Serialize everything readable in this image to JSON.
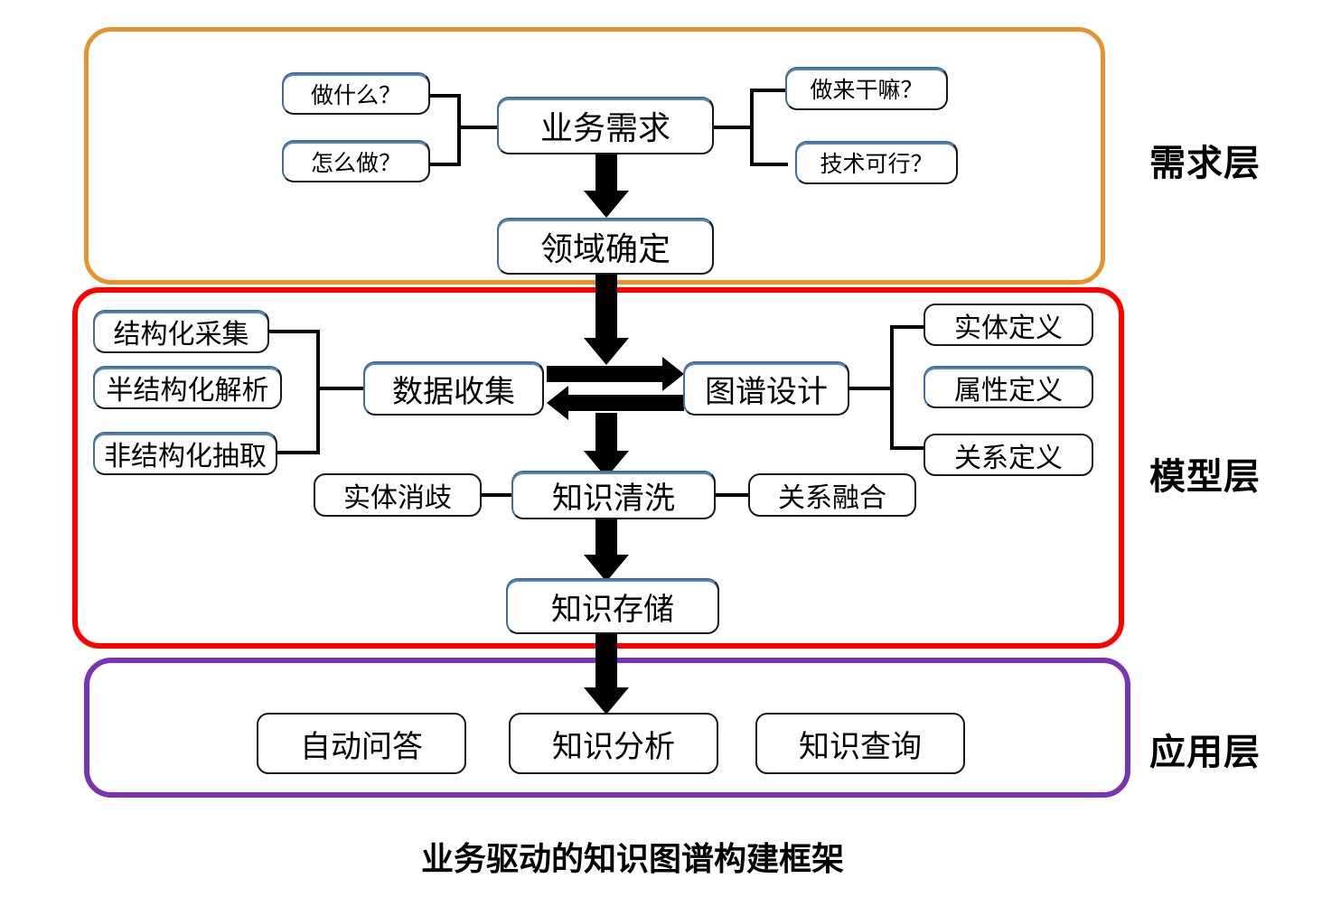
{
  "figure": {
    "caption": "业务驱动的知识图谱构建框架"
  },
  "layers": [
    {
      "id": "requirement",
      "label": "需求层",
      "border_color": "#E8922C"
    },
    {
      "id": "model",
      "label": "模型层",
      "border_color": "#FF0000"
    },
    {
      "id": "application",
      "label": "应用层",
      "border_color": "#7C32B5"
    }
  ],
  "requirement_layer": {
    "main_node": "业务需求",
    "left_questions": [
      "做什么？",
      "怎么做？"
    ],
    "right_questions": [
      "做来干嘛？",
      "技术可行？"
    ],
    "result_node": "领域确定"
  },
  "model_layer": {
    "data_collection": "数据收集",
    "graph_design": "图谱设计",
    "knowledge_cleaning": "知识清洗",
    "knowledge_storage": "知识存储",
    "collection_methods": [
      "结构化采集",
      "半结构化解析",
      "非结构化抽取"
    ],
    "design_definitions": [
      "实体定义",
      "属性定义",
      "关系定义"
    ],
    "cleaning_left": "实体消歧",
    "cleaning_right": "关系融合"
  },
  "application_layer": {
    "items": [
      "自动问答",
      "知识分析",
      "知识查询"
    ]
  }
}
